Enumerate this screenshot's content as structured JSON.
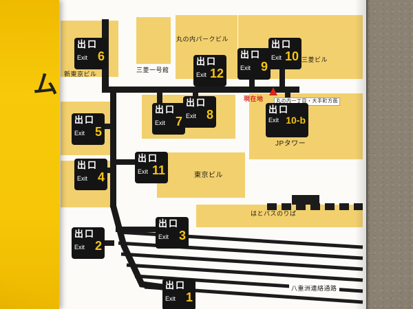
{
  "panel": {
    "strip_text": "ム"
  },
  "exit_box": {
    "cn": "出口",
    "en": "Exit"
  },
  "exits": [
    {
      "id": "6"
    },
    {
      "id": "12"
    },
    {
      "id": "9"
    },
    {
      "id": "10"
    },
    {
      "id": "7"
    },
    {
      "id": "8"
    },
    {
      "id": "10-b"
    },
    {
      "id": "5"
    },
    {
      "id": "11"
    },
    {
      "id": "4"
    },
    {
      "id": "3"
    },
    {
      "id": "2"
    },
    {
      "id": "1"
    }
  ],
  "labels": {
    "marunouchi_park": "丸の内パークビル",
    "ichigokan": "三菱一号館",
    "mitsubishi": "三菱ビル",
    "shin_tokyo": "新東京ビル",
    "jp_tower": "JPタワー",
    "tokyo_bldg": "東京ビル",
    "hato_bus": "はとバスのりば",
    "yaesu": "八重洲連絡通路",
    "direction": "丸の内一丁目・大手町方面",
    "you_are_here": "現在地"
  },
  "colors": {
    "sign_yellow": "#f6c607",
    "building_tan": "#f2d06e",
    "exit_number_yellow": "#f6c413",
    "marker_red": "#d9251c",
    "corridor_black": "#191919"
  }
}
